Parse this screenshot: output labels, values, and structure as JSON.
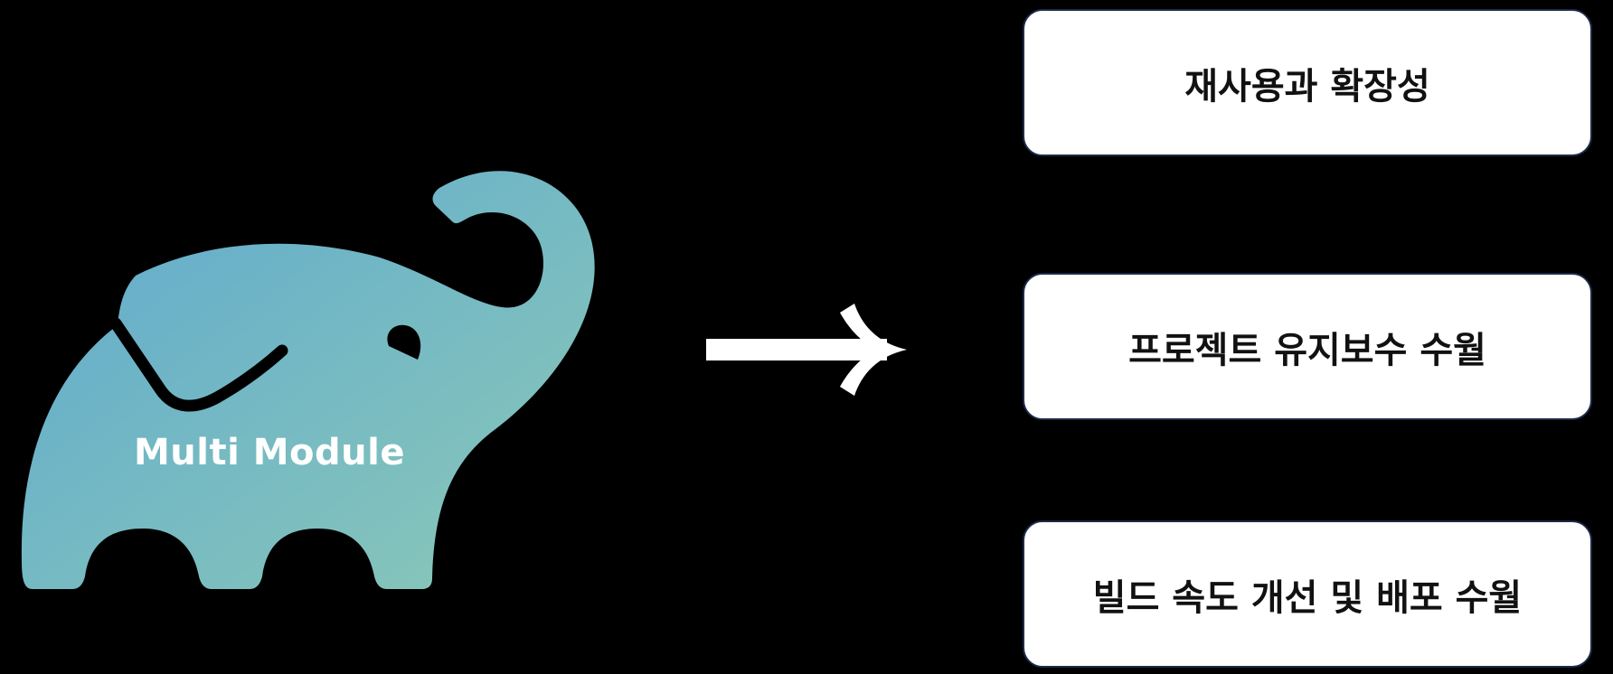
{
  "elephant": {
    "label": "Multi Module",
    "icon": "gradle-elephant-icon",
    "gradient_start": "#5fa9cf",
    "gradient_end": "#8bc9b7"
  },
  "arrow": {
    "icon": "right-arrow-icon",
    "color": "#ffffff"
  },
  "benefits": [
    {
      "label": "재사용과 확장성"
    },
    {
      "label": "프로젝트 유지보수 수월"
    },
    {
      "label": "빌드 속도 개선 및 배포 수월"
    }
  ]
}
